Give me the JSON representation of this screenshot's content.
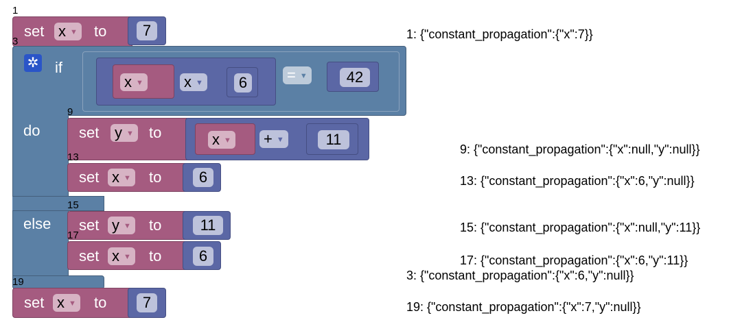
{
  "blocks": {
    "b1": {
      "id": "1",
      "set": "set",
      "var": "x",
      "to": "to",
      "value": "7"
    },
    "b3": {
      "id": "3",
      "if": "if",
      "do": "do",
      "else": "else",
      "cond_var": "x",
      "cond_var2": "x",
      "cond_num": "6",
      "cond_op": "=",
      "cond_rhs": "42"
    },
    "b9": {
      "id": "9",
      "set": "set",
      "var": "y",
      "to": "to",
      "expr_var": "x",
      "expr_op": "+",
      "expr_num": "11"
    },
    "b13": {
      "id": "13",
      "set": "set",
      "var": "x",
      "to": "to",
      "value": "6"
    },
    "b15": {
      "id": "15",
      "set": "set",
      "var": "y",
      "to": "to",
      "value": "11"
    },
    "b17": {
      "id": "17",
      "set": "set",
      "var": "x",
      "to": "to",
      "value": "6"
    },
    "b19": {
      "id": "19",
      "set": "set",
      "var": "x",
      "to": "to",
      "value": "7"
    }
  },
  "results": {
    "r1": "1: {\"constant_propagation\":{\"x\":7}}",
    "r9": "9: {\"constant_propagation\":{\"x\":null,\"y\":null}}",
    "r13": "13: {\"constant_propagation\":{\"x\":6,\"y\":null}}",
    "r15": "15: {\"constant_propagation\":{\"x\":null,\"y\":11}}",
    "r17": "17: {\"constant_propagation\":{\"x\":6,\"y\":11}}",
    "r3": "3: {\"constant_propagation\":{\"x\":6,\"y\":null}}",
    "r19": "19: {\"constant_propagation\":{\"x\":7,\"y\":null}}"
  },
  "colors": {
    "variables": "#a55b80",
    "math": "#5b67a5",
    "logic": "#5b80a5"
  },
  "icons": {
    "mutator": "gear-icon",
    "dropdown": "triangle-down-icon"
  }
}
